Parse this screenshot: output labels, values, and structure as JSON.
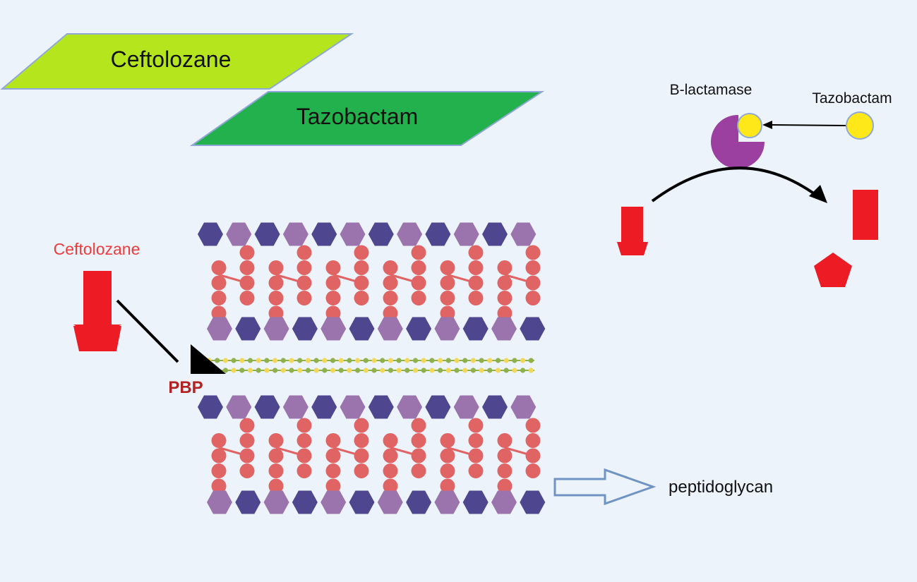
{
  "banners": {
    "ceftolozane": "Ceftolozane",
    "tazobactam": "Tazobactam"
  },
  "labels": {
    "b_lactamase": "B-lactamase",
    "tazobactam_small": "Tazobactam",
    "ceftolozane_red": "Ceftolozane",
    "pbp": "PBP",
    "peptidoglycan": "peptidoglycan"
  },
  "colors": {
    "background": "#edf3fb",
    "banner_light_green": "#b5e61d",
    "banner_green": "#22b14c",
    "banner_border": "#8fa8d6",
    "hex_dark": "#4f4690",
    "hex_light": "#9b74ad",
    "bead": "#e06464",
    "drug_red": "#ed1c24",
    "label_red": "#ee3c3c",
    "pbp_red": "#b22222",
    "enzyme_purple": "#9b3fa0",
    "inhibitor_yellow": "#ffe81a",
    "chain_green": "#8fb04a",
    "chain_yellow": "#f2d85a",
    "arrow_outline": "#6f94c4"
  },
  "icons": {
    "beta_lactamase": "pacman-enzyme-icon",
    "tazobactam": "yellow-circle-icon",
    "drug": "red-arrow-pentagon-icon",
    "pbp": "black-triangle-icon",
    "outline_arrow": "hollow-right-arrow-icon"
  }
}
